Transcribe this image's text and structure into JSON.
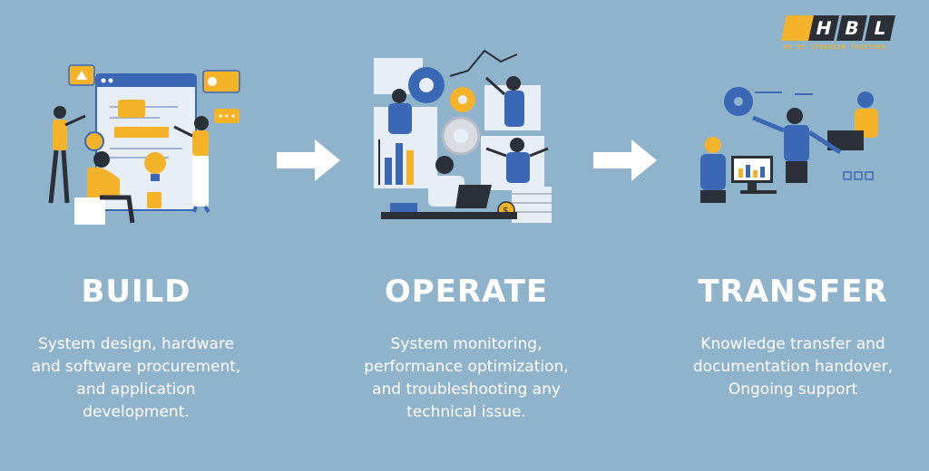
{
  "logo": {
    "letters": [
      "H",
      "B",
      "L"
    ],
    "tagline": "WE'RE STRONGER TOGETHER",
    "accent_color": "#f5b32a",
    "dark_color": "#2b2f38"
  },
  "colors": {
    "background": "#8fb3cb",
    "text": "#ffffff",
    "accent": "#f5b32a",
    "primary_blue": "#3b68b5"
  },
  "steps": [
    {
      "title": "BUILD",
      "description": [
        "System design, hardware",
        "and software procurement,",
        "and application",
        "development."
      ],
      "illustration": "build-illustration"
    },
    {
      "title": "OPERATE",
      "description": [
        "System monitoring,",
        "performance optimization,",
        "and troubleshooting any",
        "technical issue."
      ],
      "illustration": "operate-illustration"
    },
    {
      "title": "TRANSFER",
      "description": [
        "Knowledge transfer and",
        "documentation handover,",
        "Ongoing support"
      ],
      "illustration": "transfer-illustration"
    }
  ],
  "arrows": [
    "arrow-right-icon",
    "arrow-right-icon"
  ]
}
